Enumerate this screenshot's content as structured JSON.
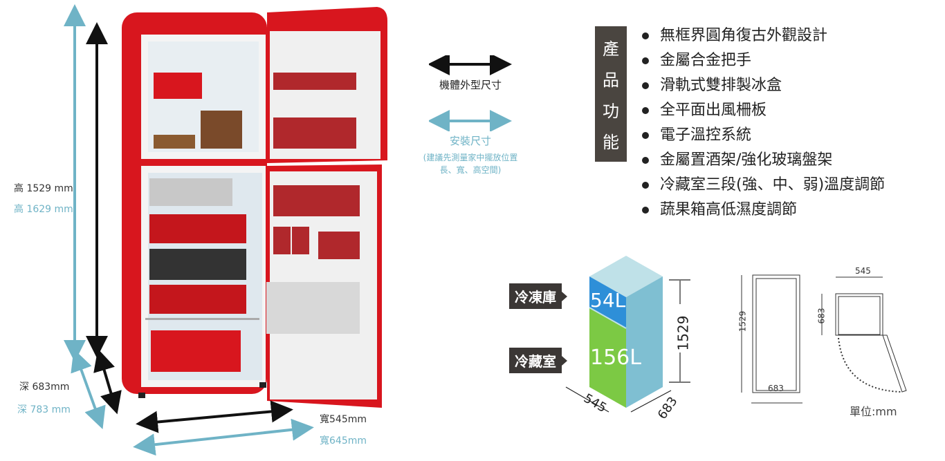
{
  "dimensions": {
    "height_body": "高 1529 mm",
    "height_install": "高 1629 mm",
    "depth_body": "深 683mm",
    "depth_install": "深 783 mm",
    "width_body": "寬545mm",
    "width_install": "寬645mm"
  },
  "legend": {
    "body_label": "機體外型尺寸",
    "install_label": "安裝尺寸",
    "install_note_1": "(建議先測量家中擺放位置",
    "install_note_2": "長、寬、高空間)"
  },
  "features": {
    "heading_chars": [
      "產",
      "品",
      "功",
      "能"
    ],
    "items": [
      "無框界圓角復古外觀設計",
      "金屬合金把手",
      "滑軌式雙排製冰盒",
      "全平面出風柵板",
      "電子溫控系統",
      "金屬置酒架/強化玻璃盤架",
      "冷藏室三段(強、中、弱)溫度調節",
      "蔬果箱高低濕度調節"
    ]
  },
  "capacity": {
    "freezer_label": "冷凍庫",
    "freezer_value": "54L",
    "fridge_label": "冷藏室",
    "fridge_value": "156L",
    "height": "1529",
    "width": "545",
    "depth": "683"
  },
  "drawing": {
    "side_height": "1529",
    "side_depth": "683",
    "top_width": "545",
    "top_depth": "683",
    "unit": "單位:mm"
  },
  "colors": {
    "red": "#d8161e",
    "cyan": "#6fb3c6",
    "blue": "#2e8fd8",
    "green": "#7cc944"
  }
}
